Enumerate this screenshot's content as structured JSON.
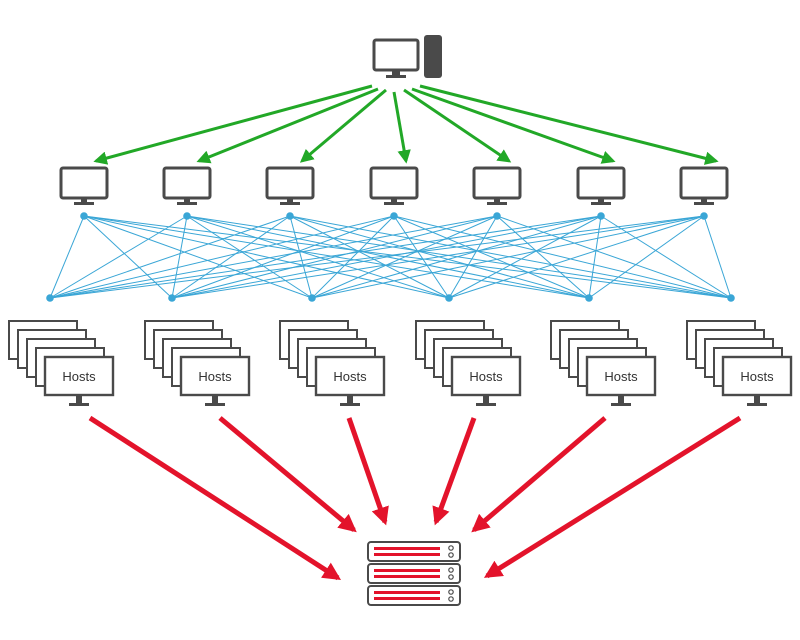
{
  "diagram": {
    "host_groups": [
      {
        "label": "Hosts"
      },
      {
        "label": "Hosts"
      },
      {
        "label": "Hosts"
      },
      {
        "label": "Hosts"
      },
      {
        "label": "Hosts"
      },
      {
        "label": "Hosts"
      }
    ],
    "controller": {
      "icon": "desktop-with-tower-icon"
    },
    "relay_count": 7,
    "server_units": 3,
    "colors": {
      "command_arrows": "#22a827",
      "mesh_links": "#3aa6d6",
      "upload_arrows": "#e3132b",
      "device_outline": "#4a4a4a",
      "server_stripe": "#e3132b"
    }
  }
}
